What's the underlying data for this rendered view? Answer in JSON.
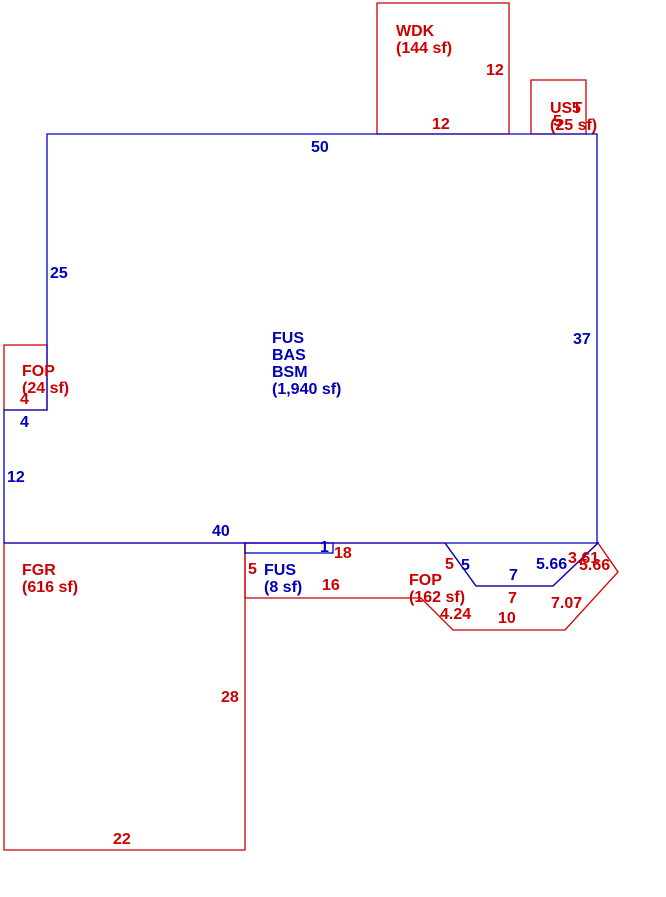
{
  "colors": {
    "primary_outline": "#0000cc",
    "secondary_outline": "#cc0000",
    "primary_text": "#0000bb",
    "secondary_text": "#cc0000"
  },
  "areas": {
    "main": {
      "codes": [
        "FUS",
        "BAS",
        "BSM"
      ],
      "area": "(1,940 sf)"
    },
    "wdk": {
      "code": "WDK",
      "area": "(144 sf)"
    },
    "ust": {
      "code": "UST",
      "area": "(25 sf)"
    },
    "fop_left": {
      "code": "FOP",
      "area": "(24 sf)"
    },
    "fgr": {
      "code": "FGR",
      "area": "(616 sf)"
    },
    "fus_small": {
      "code": "FUS",
      "area": "(8 sf)"
    },
    "fop_right": {
      "code": "FOP",
      "area": "(162 sf)"
    }
  },
  "dimensions": {
    "main_top": "50",
    "main_left": "25",
    "main_right": "37",
    "main_left_lower": "12",
    "main_notch": "4",
    "main_bottom": "40",
    "fus_small_width": "1",
    "wdk_right": "12",
    "wdk_bottom": "12",
    "ust_a": "5",
    "ust_b": "5",
    "fop_left_side": "4",
    "fgr_right": "28",
    "fgr_bottom": "22",
    "fop_right_a": "18",
    "fop_right_b": "16",
    "fop_right_c": "5",
    "fop_right_d": "5",
    "fop_right_e": "7",
    "fop_right_f": "5.66",
    "fop_right_g": "3.61",
    "fop_right_h": "5.66",
    "fop_right_i": "7",
    "fop_right_j": "4.24",
    "fop_right_k": "10",
    "fop_right_l": "7.07",
    "fus_small_height": "5"
  }
}
